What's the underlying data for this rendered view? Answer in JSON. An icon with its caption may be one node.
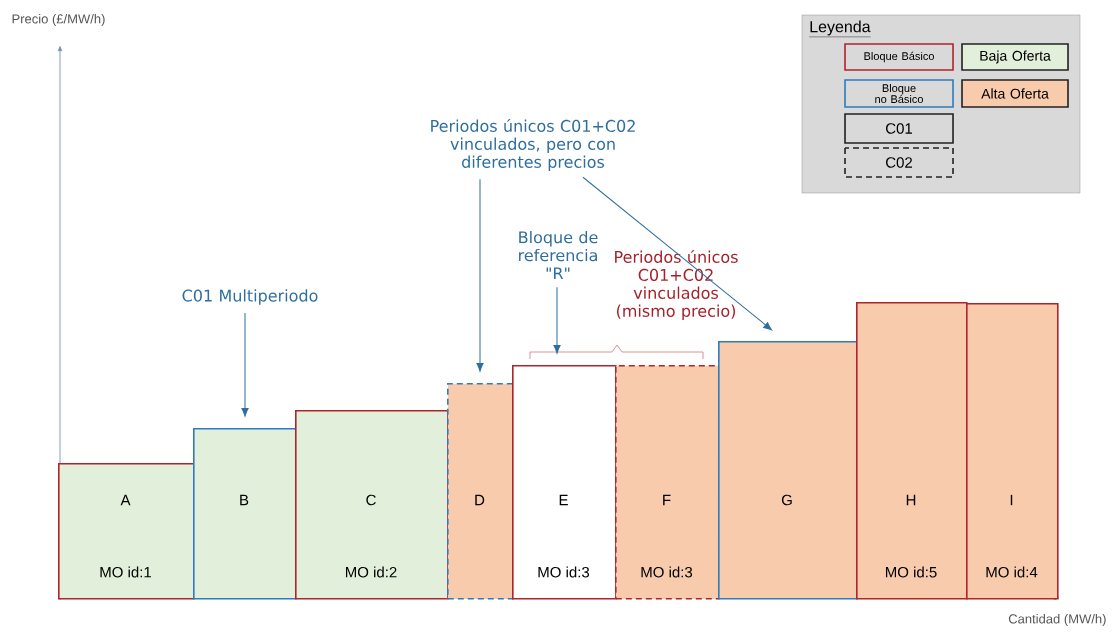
{
  "diagram": {
    "nodes": [
      {
        "text": [
          "A",
          "MO id:1"
        ]
      },
      {
        "text": [
          "B"
        ]
      },
      {
        "text": [
          "C",
          "MO id:2"
        ]
      },
      {
        "text": [
          "D"
        ]
      },
      {
        "text": [
          "E",
          "MO id:3"
        ]
      },
      {
        "text": [
          "F",
          "MO id:3"
        ]
      },
      {
        "text": [
          "G"
        ]
      },
      {
        "text": [
          "H",
          "MO id:5"
        ]
      },
      {
        "text": [
          "I",
          "MO id:4"
        ]
      },
      {
        "text": [
          "C01 Multiperiodo"
        ]
      },
      {
        "text": [
          "Periodos únicos C01+C02 vinculados, pero con diferentes precios"
        ]
      },
      {
        "text": [
          "Bloque de referencia \"R\""
        ]
      }
    ],
    "edges": [
      {
        "from": 9,
        "to": 1,
        "arrow": "to"
      },
      {
        "from": 10,
        "to": 3,
        "arrow": "to"
      },
      {
        "from": 10,
        "to": 6,
        "arrow": "to"
      },
      {
        "from": 11,
        "to": 4,
        "arrow": "to"
      }
    ],
    "labels": [
      "Precio (£/MW/h)",
      "Leyenda",
      "Periodos únicos C01+C02 vinculados (mismo precio)",
      "Cantidad (MW/h)"
    ],
    "legend": [
      {
        "text": "Bloque Básico"
      },
      {
        "text": "Baja Oferta",
        "color": "#e2efda"
      },
      {
        "text": "Bloque no Básico"
      },
      {
        "text": "Alta Oferta",
        "color": "#f8cbad"
      },
      {
        "text": "C01"
      },
      {
        "text": "C02"
      }
    ]
  }
}
